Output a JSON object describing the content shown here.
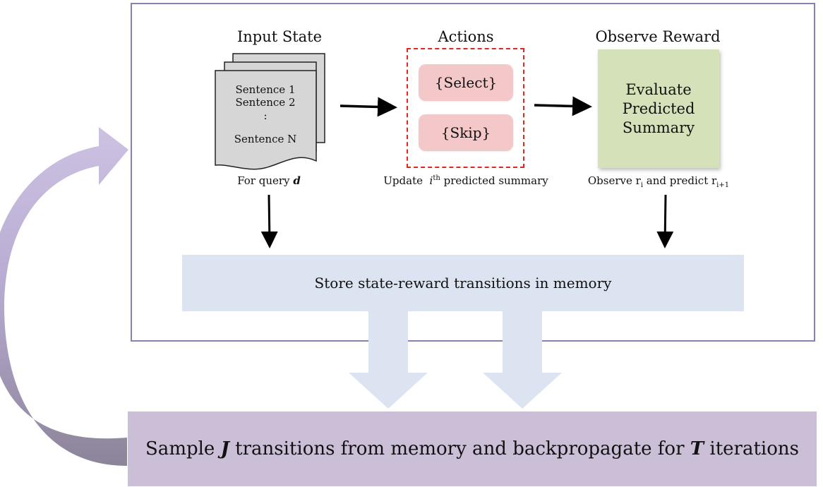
{
  "input_state": {
    "title": "Input State",
    "sentences": [
      "Sentence 1",
      "Sentence 2",
      ":",
      "Sentence N"
    ],
    "caption_prefix": "For query",
    "caption_var": "d"
  },
  "actions": {
    "title": "Actions",
    "select_label": "{Select}",
    "skip_label": "{Skip}",
    "caption_prefix": "Update",
    "caption_var": "i",
    "caption_sup": "th",
    "caption_suffix": "predicted summary"
  },
  "reward": {
    "title": "Observe Reward",
    "box_lines": [
      "Evaluate",
      "Predicted",
      "Summary"
    ],
    "caption_prefix": "Observe r",
    "caption_sub1": "i",
    "caption_mid": "and predict r",
    "caption_sub2": "i+1"
  },
  "memory": {
    "label": "Store state-reward transitions in memory"
  },
  "sample": {
    "part1": "Sample",
    "var_j": "J",
    "part2": "transitions from memory and backpropagate for",
    "var_t": "T",
    "part3": "iterations"
  },
  "colors": {
    "frame_border": "#8a7fae",
    "action_fill": "#f4c7c8",
    "action_border": "#e0261f",
    "reward_fill": "#d5e2b9",
    "memory_fill": "#dbe4f0",
    "sample_fill": "#cbbfd8",
    "loop_arrow": "#b7aacf"
  }
}
